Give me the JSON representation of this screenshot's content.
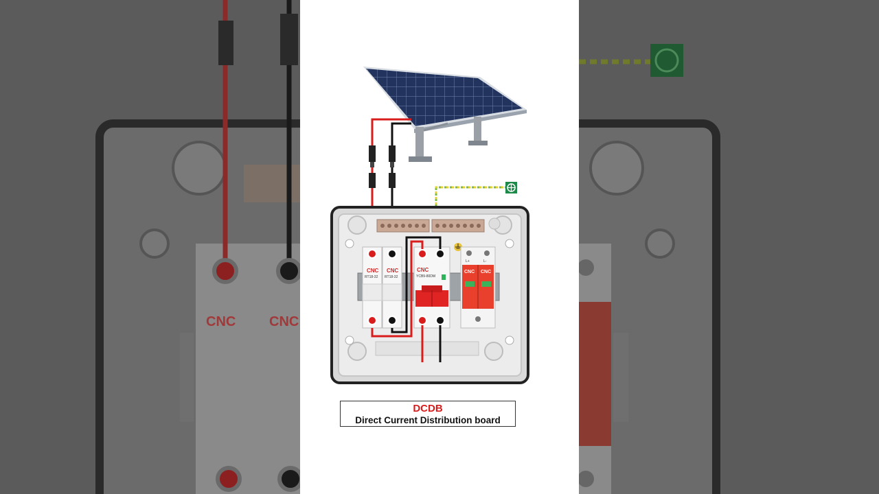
{
  "caption": {
    "title": "DCDB",
    "subtitle": "Direct Current Distribution board"
  },
  "labels": {
    "brand": "CNC",
    "fuse_model": "RT18-32",
    "mcb_model": "YCB9-80DM",
    "spd_pole_left": "L+",
    "spd_pole_right": "L-"
  },
  "colors": {
    "positive_wire": "#d91d1d",
    "negative_wire": "#111111",
    "earth_wire": "#7dbb3c",
    "spd_body": "#e8402d",
    "panel_cell": "#22345e"
  }
}
